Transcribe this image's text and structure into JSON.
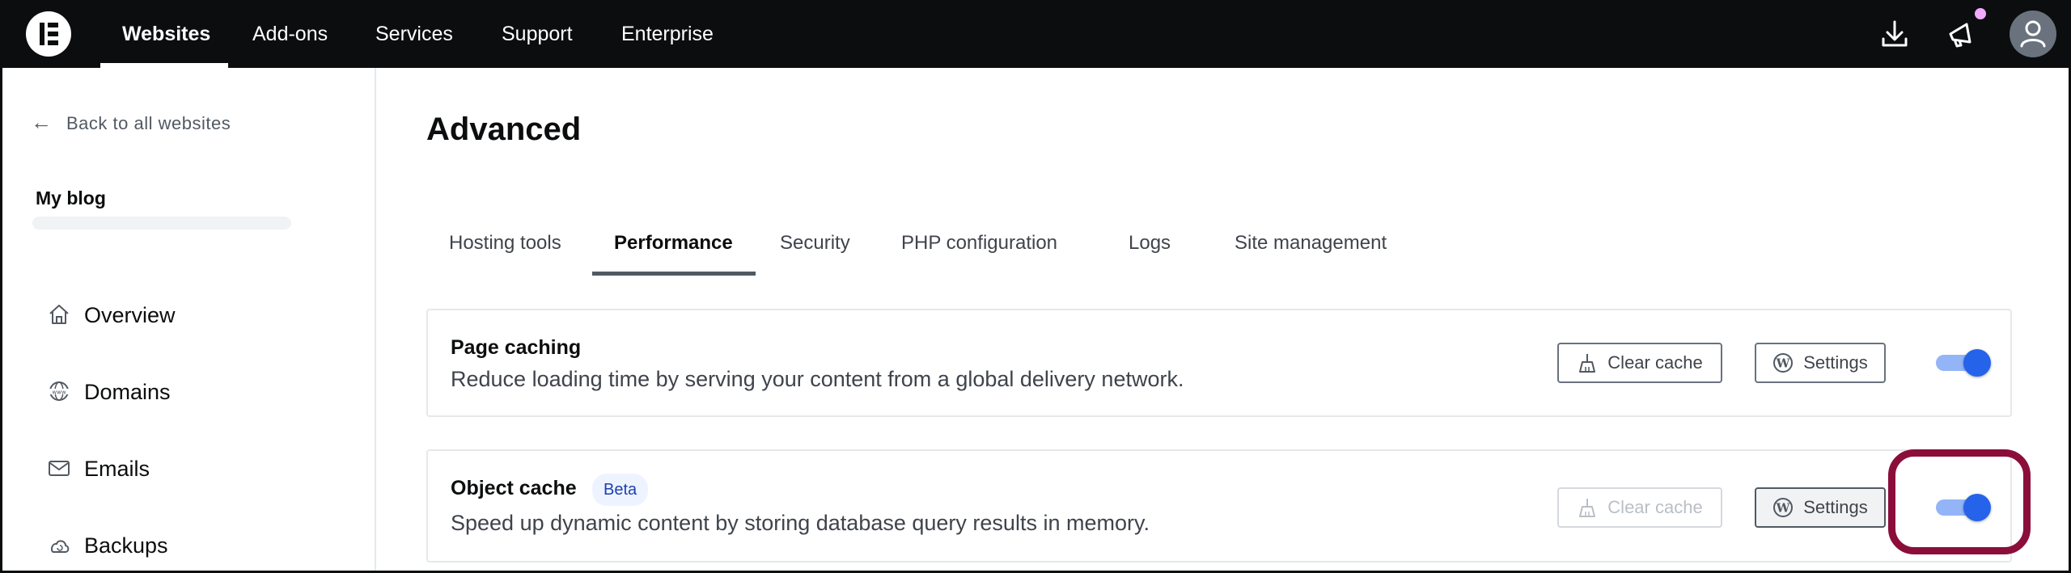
{
  "topnav": {
    "items": [
      "Websites",
      "Add-ons",
      "Services",
      "Support",
      "Enterprise"
    ],
    "active": "Websites",
    "icons": [
      "download-icon",
      "megaphone-icon",
      "user-avatar-icon"
    ]
  },
  "sidebar": {
    "back_label": "Back to all websites",
    "site_name": "My blog",
    "items": [
      {
        "label": "Overview",
        "icon": "home-icon"
      },
      {
        "label": "Domains",
        "icon": "globe-www-icon"
      },
      {
        "label": "Emails",
        "icon": "envelope-icon"
      },
      {
        "label": "Backups",
        "icon": "cloud-backup-icon"
      }
    ]
  },
  "main": {
    "title": "Advanced",
    "tabs": [
      "Hosting tools",
      "Performance",
      "Security",
      "PHP configuration",
      "Logs",
      "Site management"
    ],
    "active_tab": "Performance",
    "cards": [
      {
        "title": "Page caching",
        "description": "Reduce loading time by serving your content from a global delivery network.",
        "clear_label": "Clear cache",
        "settings_label": "Settings",
        "enabled": true,
        "clear_disabled": false
      },
      {
        "title": "Object cache",
        "badge": "Beta",
        "description": "Speed up dynamic content by storing database query results in memory.",
        "clear_label": "Clear cache",
        "settings_label": "Settings",
        "enabled": true,
        "clear_disabled": true
      }
    ]
  },
  "colors": {
    "topbar": "#0c0d0e",
    "toggle_on": "#2563eb",
    "highlight": "#8b0e3a",
    "badge_text": "#1e40af"
  }
}
